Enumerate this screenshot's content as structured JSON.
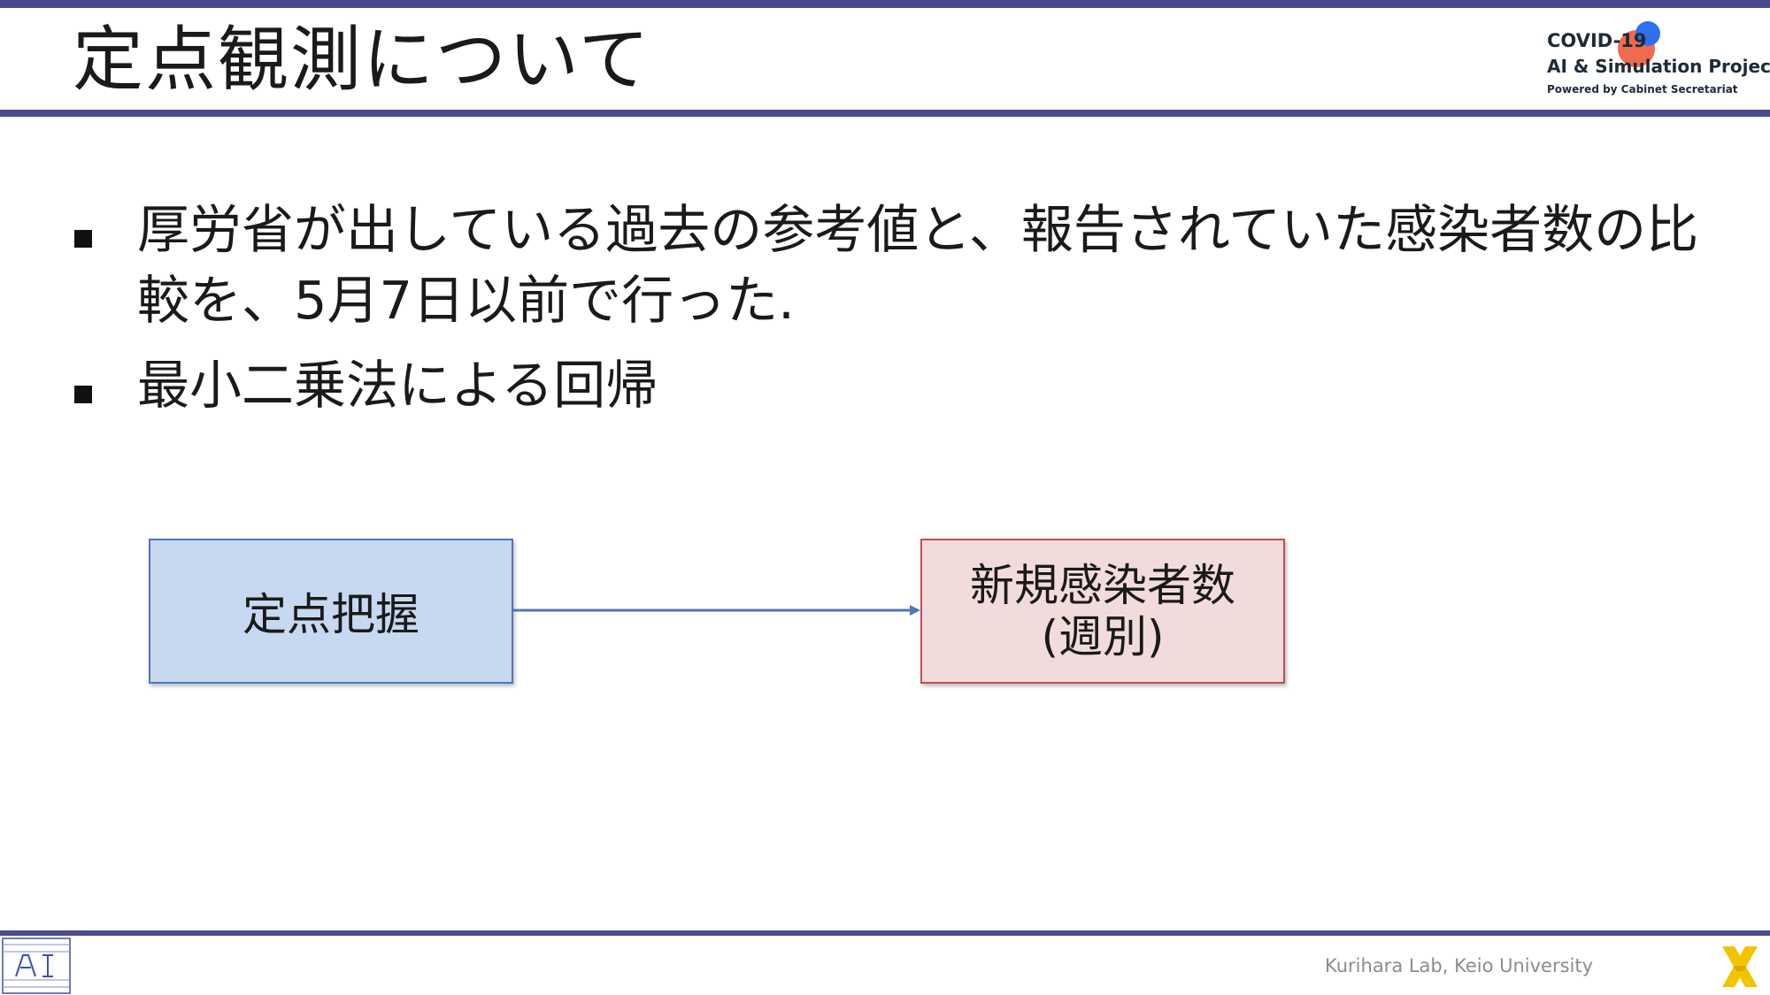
{
  "header": {
    "title": "定点観測について"
  },
  "logo": {
    "line1": "COVID-19",
    "line2": "AI & Simulation Project",
    "line3": "Powered by Cabinet Secretariat",
    "colors": {
      "red": "#f06a50",
      "blue": "#2f6ff0"
    }
  },
  "bullets": [
    {
      "text": "厚労省が出している過去の参考値と、報告されていた感染者数の比較を、5月7日以前で行った."
    },
    {
      "text": "最小二乗法による回帰"
    }
  ],
  "diagram": {
    "left_box": {
      "label": "定点把握",
      "fill": "#c6d9f1",
      "border": "#4f76b8"
    },
    "right_box": {
      "line1": "新規感染者数",
      "line2": "(週別)",
      "fill": "#f2dcdb",
      "border": "#c0504d"
    },
    "arrow_color": "#4f76b8"
  },
  "footer": {
    "credit": "Kurihara Lab, Keio University",
    "left_logo_icon": "ai-lab-logo-icon",
    "right_logo_icon": "keio-x-logo-icon"
  },
  "colors": {
    "accent_bar": "#4a4a8c"
  }
}
